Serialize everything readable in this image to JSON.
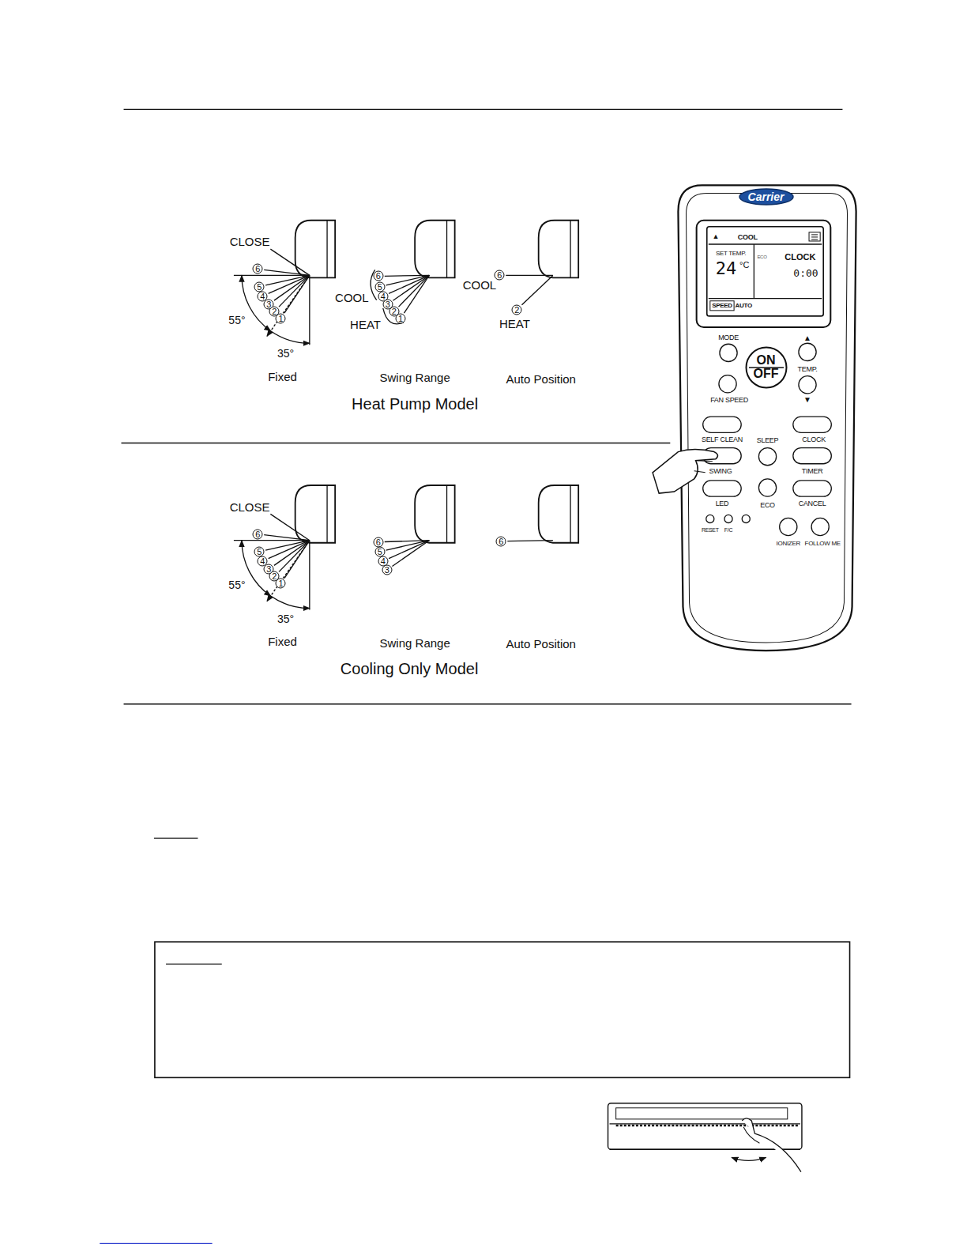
{
  "diagram": {
    "nodes": [
      {
        "text": [
          "Carrier"
        ]
      },
      {
        "text": [
          "ON",
          "OFF"
        ]
      }
    ],
    "labels": [
      "CLOSE",
      "6",
      "5",
      "4",
      "3",
      "2",
      "1",
      "55°",
      "35°",
      "Fixed",
      "6",
      "5",
      "4",
      "3",
      "2",
      "1",
      "COOL",
      "HEAT",
      "Swing Range",
      "COOL",
      "6",
      "2",
      "HEAT",
      "Auto Position",
      "Heat Pump Model",
      "CLOSE",
      "6",
      "5",
      "4",
      "3",
      "2",
      "1",
      "55°",
      "35°",
      "Fixed",
      "6",
      "5",
      "4",
      "3",
      "Swing Range",
      "6",
      "Auto Position",
      "Cooling Only Model",
      "COOL",
      "SET TEMP.",
      "24",
      "°C",
      "ECO",
      "CLOCK",
      "0:00",
      "SPEED",
      "AUTO",
      "MODE",
      "▲",
      "TEMP.",
      "▼",
      "FAN SPEED",
      "SELF CLEAN",
      "SLEEP",
      "CLOCK",
      "SWING",
      "TIMER",
      "LED",
      "ECO",
      "CANCEL",
      "RESET",
      "F/C",
      "IONIZER",
      "FOLLOW ME",
      "▲"
    ]
  }
}
